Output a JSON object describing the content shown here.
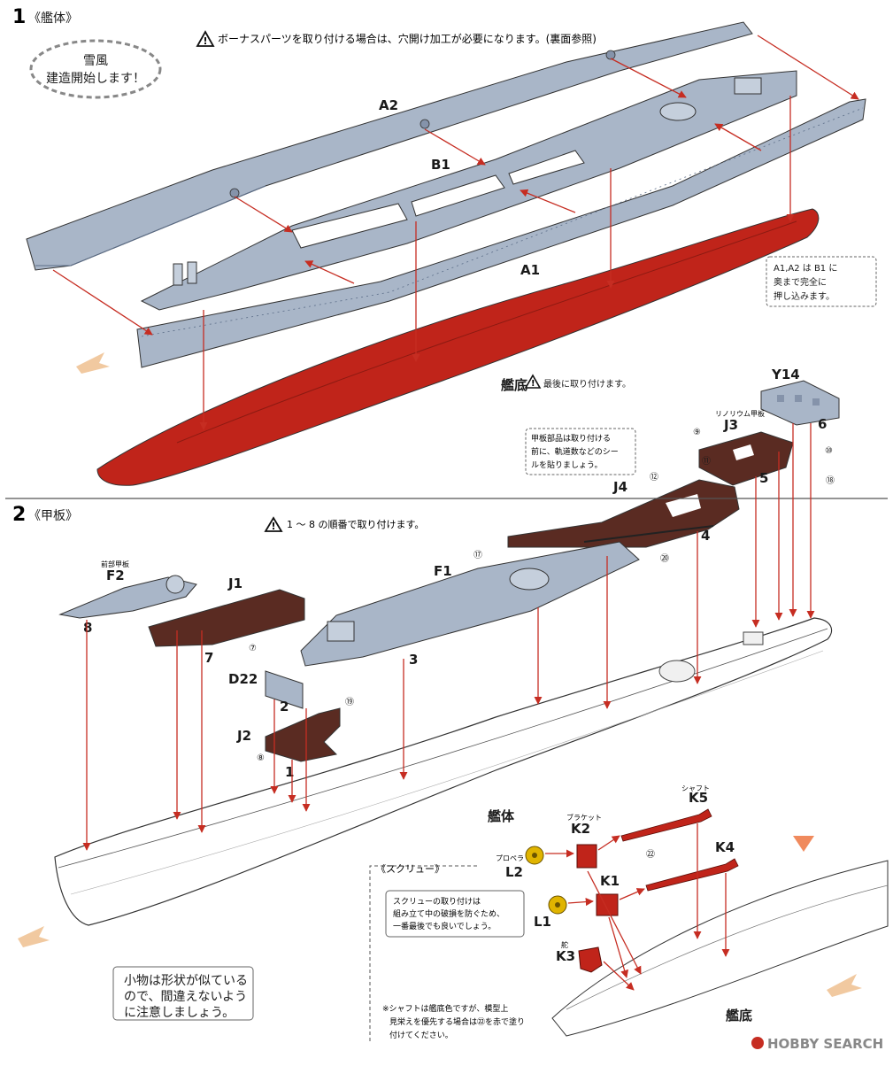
{
  "colors": {
    "accent_red": "#c62d22",
    "hull_red": "#c0241a",
    "deck_grey": "#a9b6c8",
    "linoleum_brown": "#5a2b22",
    "arrow_pale": "#f1c9a0"
  },
  "section1": {
    "number": "1",
    "title": "《艦体》",
    "warning": "ボーナスパーツを取り付ける場合は、穴開け加工が必要になります。(裏面参照)",
    "bubble": [
      "雪風",
      "建造開始します！"
    ],
    "labels": {
      "a2": "A2",
      "b1": "B1",
      "a1": "A1",
      "y14": "Y14",
      "j3": "J3",
      "j4": "J4"
    },
    "linoleum": "リノリウム甲板",
    "hull_bottom": "艦底",
    "hull_bottom_note": "最後に取り付けます。",
    "side_note": [
      "A1,A2 は B1 に",
      "奥まで完全に",
      "押し込みます。"
    ],
    "sticker_note": [
      "甲板部品は取り付ける",
      "前に、軌道数などのシー",
      "ルを貼りましょう。"
    ],
    "steps": {
      "s4": "4",
      "s5": "5",
      "s6": "6"
    },
    "circled": {
      "c9": "⑨",
      "c10": "⑩",
      "c11": "⑪",
      "c12": "⑫",
      "c18": "⑱",
      "c20": "⑳"
    }
  },
  "section2": {
    "number": "2",
    "title": "《甲板》",
    "order_note": "1 ～ 8 の順番で取り付けます。",
    "labels": {
      "f2": "F2",
      "f2_sub": "前部甲板",
      "j1": "J1",
      "f1": "F1",
      "d22": "D22",
      "j2": "J2"
    },
    "steps": {
      "s1": "1",
      "s2": "2",
      "s3": "3",
      "s7": "7",
      "s8": "8"
    },
    "circled": {
      "c7": "⑦",
      "c8": "⑧",
      "c17": "⑰",
      "c19": "⑲",
      "c22": "㉒"
    },
    "hull_label": "艦体",
    "bottom_label": "艦底",
    "small_parts_note": [
      "小物は形状が似ている",
      "ので、間違えないよう",
      "に注意しましょう。"
    ],
    "screw": {
      "title": "《スクリュー》",
      "note": [
        "スクリューの取り付けは",
        "組み立て中の破損を防ぐため、",
        "一番最後でも良いでしょう。"
      ],
      "shaft_label": "シャフト",
      "bracket_label": "ブラケット",
      "propeller_label": "プロペラ",
      "rudder_label": "舵",
      "parts": {
        "k5": "K5",
        "k2": "K2",
        "l2": "L2",
        "k4": "K4",
        "k1": "K1",
        "l1": "L1",
        "k3": "K3"
      },
      "shaft_footnote": [
        "※シャフトは艦底色ですが、模型上",
        "見栄えを優先する場合は㉒を赤で塗り",
        "付けてください。"
      ]
    }
  },
  "watermark": "HOBBY SEARCH"
}
